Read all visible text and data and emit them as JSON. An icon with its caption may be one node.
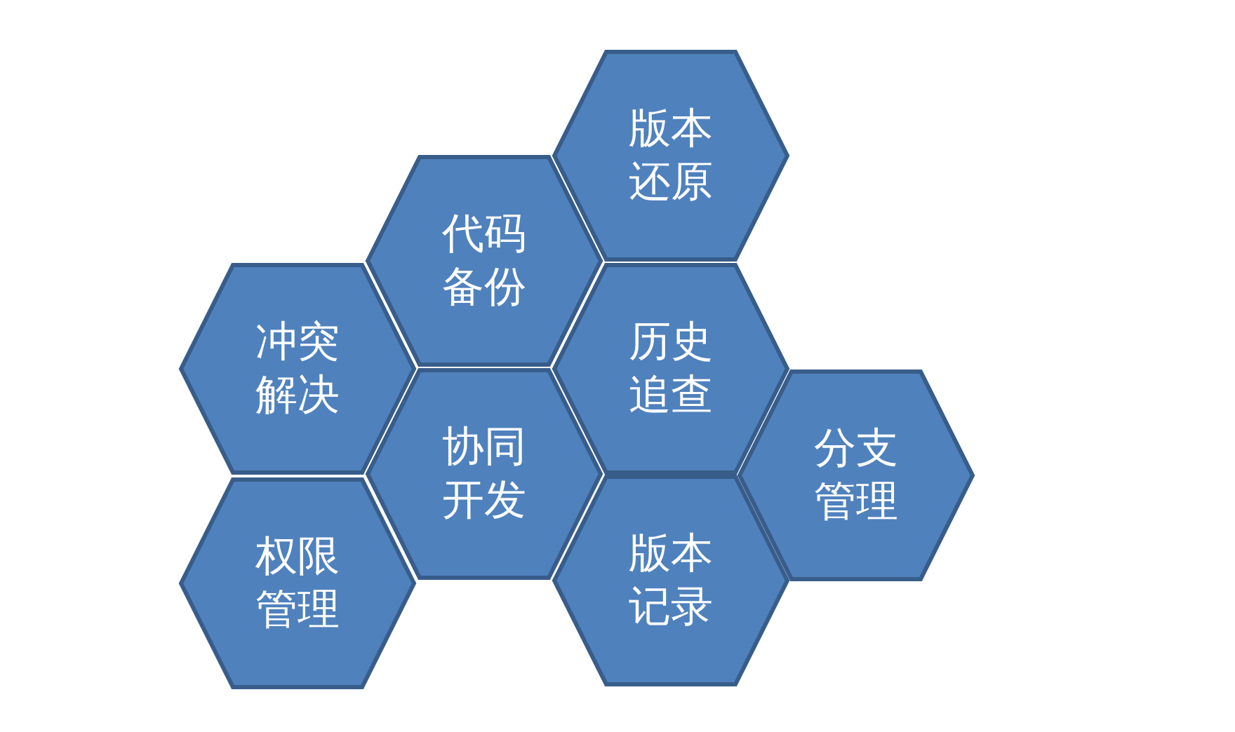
{
  "diagram": {
    "nodes": [
      {
        "text": [
          "版本还原"
        ]
      },
      {
        "text": [
          "代码备份"
        ]
      },
      {
        "text": [
          "冲突解决"
        ]
      },
      {
        "text": [
          "历史追查"
        ]
      },
      {
        "text": [
          "协同开发"
        ]
      },
      {
        "text": [
          "分支管理"
        ]
      },
      {
        "text": [
          "版本记录"
        ]
      },
      {
        "text": [
          "权限管理"
        ]
      }
    ]
  }
}
